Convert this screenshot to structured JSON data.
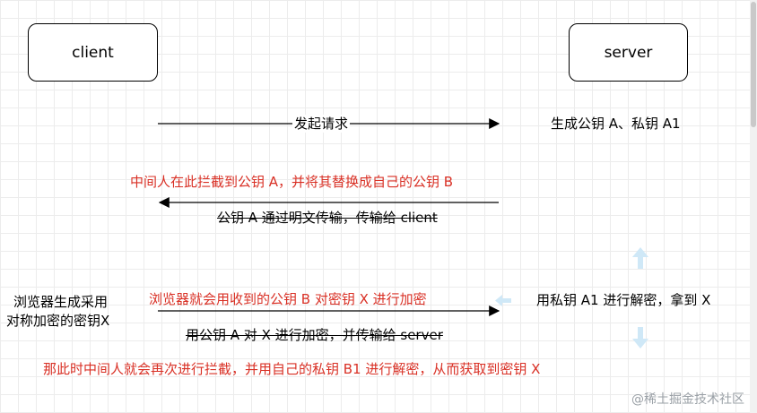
{
  "nodes": {
    "client": "client",
    "server": "server"
  },
  "labels": {
    "request": "发起请求",
    "generate_keys": "生成公钥 A、私钥 A1",
    "mitm_intercept_key": "中间人在此拦截到公钥 A，并将其替换成自己的公钥 B",
    "public_key_transfer": "公钥 A 通过明文传输，传输给 client",
    "browser_generate_line1": "浏览器生成采用",
    "browser_generate_line2": "对称加密的密钥X",
    "browser_encrypt_with_b": "浏览器就会用收到的公钥 B 对密钥 X 进行加密",
    "server_decrypt": "用私钥 A1 进行解密，拿到 X",
    "encrypt_x_transfer": "用公钥 A 对 X 进行加密，并传输给 server",
    "mitm_intercept_again": "那此时中间人就会再次进行拦截，并用自己的私钥 B1 进行解密，从而获取到密钥 X"
  },
  "watermark": "@稀土掘金技术社区",
  "colors": {
    "annotation_red": "#d93025",
    "arrow": "#000000",
    "faded_arrow": "#cfe8f7"
  }
}
